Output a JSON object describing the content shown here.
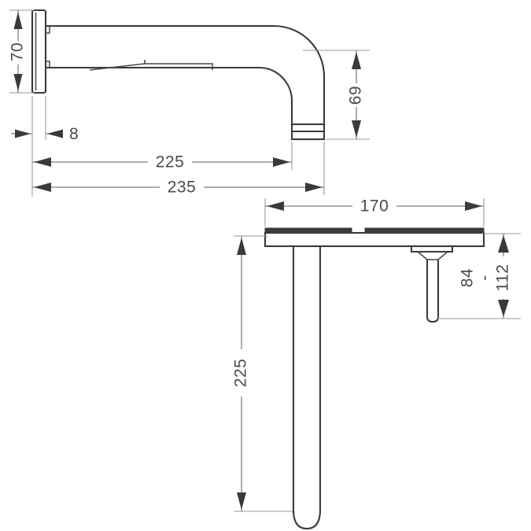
{
  "drawing": {
    "type": "technical-dimension-drawing",
    "subject": "wall-mounted basin mixer spout and deck plate with lever",
    "units": "mm",
    "background_color": "#ffffff",
    "line_color": "#3a3a3c",
    "dimension_color": "#7d7d82",
    "views": [
      {
        "name": "side-elevation-spout",
        "description": "Wall flange with horizontal spout arm curving down to outlet"
      },
      {
        "name": "side-elevation-deck-plate",
        "description": "Deck plate with lever handle and vertical supply tube"
      }
    ]
  },
  "dimensions": {
    "flange_height": {
      "label": "70",
      "orientation": "vertical",
      "view": "spout"
    },
    "flange_thickness": {
      "label": "8",
      "orientation": "horizontal",
      "view": "spout"
    },
    "spout_reach_outlet": {
      "label": "225",
      "orientation": "horizontal",
      "view": "spout"
    },
    "spout_reach_total": {
      "label": "235",
      "orientation": "horizontal",
      "view": "spout"
    },
    "outlet_drop": {
      "label": "69",
      "orientation": "vertical",
      "view": "spout"
    },
    "plate_width": {
      "label": "170",
      "orientation": "horizontal",
      "view": "deck-plate"
    },
    "lever_height_min": {
      "label": "84",
      "orientation": "vertical",
      "view": "deck-plate"
    },
    "lever_height_range_separator": {
      "label": "-",
      "orientation": "vertical",
      "view": "deck-plate"
    },
    "lever_height_max": {
      "label": "112",
      "orientation": "vertical",
      "view": "deck-plate"
    },
    "supply_tube_length": {
      "label": "225",
      "orientation": "vertical",
      "view": "deck-plate"
    }
  }
}
